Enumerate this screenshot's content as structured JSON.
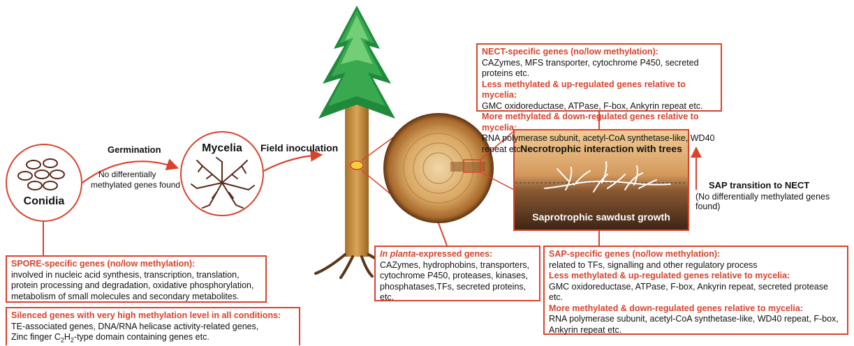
{
  "colors": {
    "accent": "#d9432c",
    "mycelia": "#5a2a1a",
    "trunk": "#c8913b",
    "foliage_dark": "#1f8a3a",
    "foliage_light": "#5cc46a"
  },
  "conidia": {
    "label": "Conidia"
  },
  "germination": {
    "label": "Germination",
    "note_line1": "No differentially",
    "note_line2": "methylated genes found"
  },
  "mycelia": {
    "label": "Mycelia"
  },
  "field_inoculation": {
    "label": "Field inoculation"
  },
  "nect_panel": {
    "top_label": "Necrotrophic interaction with trees",
    "bottom_label": "Saprotrophic sawdust growth"
  },
  "transition": {
    "label": "SAP transition to NECT",
    "note": "(No differentially methylated genes found)"
  },
  "spore_box": {
    "title": "SPORE-specific genes (no/low methylation):",
    "lines": [
      "involved in nucleic acid synthesis, transcription, translation,",
      "protein processing and degradation, oxidative phosphorylation,",
      "metabolism of small molecules and secondary metabolites."
    ]
  },
  "silenced_box": {
    "title": "Silenced genes with very high methylation level in all conditions:",
    "line1": "TE-associated genes, DNA/RNA helicase activity-related genes,",
    "line2": "Zinc finger C2H2-type domain containing genes etc."
  },
  "planta_box": {
    "title_italic": "In planta",
    "title_rest": "-expressed genes:",
    "lines": [
      "CAZymes, hydrophobins, transporters,",
      "cytochrome P450, proteases, kinases,",
      "phosphatases,TFs, secreted proteins, etc."
    ]
  },
  "nect_box": {
    "title": "NECT-specific genes (no/low methylation):",
    "line1": "CAZymes, MFS transporter, cytochrome P450, secreted proteins etc.",
    "sub1": "Less methylated & up-regulated genes relative to mycelia:",
    "line2": "GMC oxidoreductase, ATPase, F-box, Ankyrin repeat etc.",
    "sub2": "More methylated & down-regulated genes relative to mycelia:",
    "line3": "RNA polymerase subunit, acetyl-CoA synthetase-like, WD40 repeat etc."
  },
  "sap_box": {
    "title": "SAP-specific genes (no/low methylation):",
    "line1": "related to TFs, signalling and other regulatory process",
    "sub1": "Less methylated & up-regulated genes relative to mycelia:",
    "line2": "GMC oxidoreductase, ATPase, F-box, Ankyrin repeat, secreted protease etc.",
    "sub2": "More methylated & down-regulated genes relative to mycelia:",
    "line3": "RNA polymerase subunit, acetyl-CoA synthetase-like, WD40 repeat, F-box,",
    "line4": "Ankyrin repeat etc."
  }
}
